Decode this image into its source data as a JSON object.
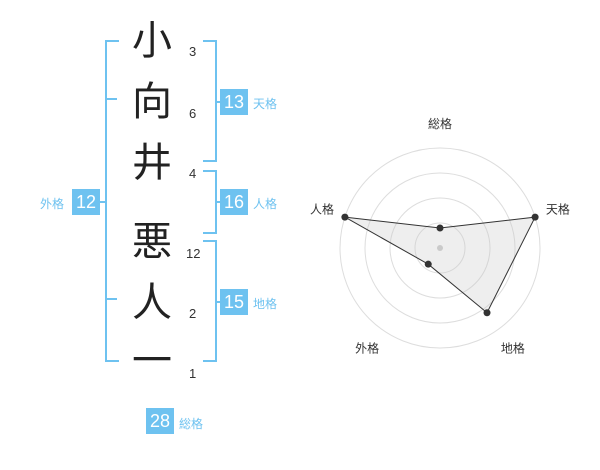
{
  "name": {
    "chars": [
      {
        "char": "小",
        "strokes": "3"
      },
      {
        "char": "向",
        "strokes": "6"
      },
      {
        "char": "井",
        "strokes": "4"
      },
      {
        "char": "悪",
        "strokes": "12"
      },
      {
        "char": "人",
        "strokes": "2"
      },
      {
        "char": "一",
        "strokes": "1"
      }
    ]
  },
  "kaku": {
    "tenkaku": {
      "label": "天格",
      "value": "13"
    },
    "jinkaku": {
      "label": "人格",
      "value": "16"
    },
    "chikaku": {
      "label": "地格",
      "value": "15"
    },
    "gaikaku": {
      "label": "外格",
      "value": "12"
    },
    "soukaku": {
      "label": "総格",
      "value": "28"
    }
  },
  "colors": {
    "accent": "#6ec2f0",
    "text": "#222222"
  },
  "chart_data": {
    "type": "radar",
    "axes": [
      "総格",
      "天格",
      "地格",
      "外格",
      "人格"
    ],
    "values": [
      1,
      5,
      4,
      1,
      5
    ],
    "max": 5,
    "rings": 4
  }
}
